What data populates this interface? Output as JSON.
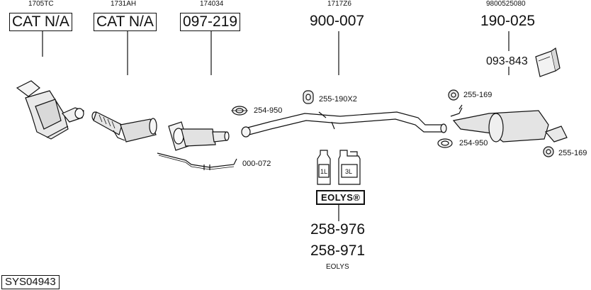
{
  "parts": [
    {
      "ref": "1705TC",
      "code": "CAT N/A"
    },
    {
      "ref": "1731AH",
      "code": "CAT N/A"
    },
    {
      "ref": "174034",
      "code": "097-219"
    },
    {
      "ref": "1717Z6",
      "code": "900-007"
    },
    {
      "ref": "9800525080",
      "code": "190-025"
    }
  ],
  "labels": {
    "l093_843": "093-843",
    "l255_190x2": "255-190X2",
    "l254_950_a": "254-950",
    "l254_950_b": "254-950",
    "l255_169_a": "255-169",
    "l255_169_b": "255-169",
    "l000_072": "000-072",
    "l258_976": "258-976",
    "l258_971": "258-971",
    "eolys_caption": "EOLYS"
  },
  "bottles": {
    "small": "1L",
    "large": "3L"
  },
  "eolys_badge": "EOLYS®",
  "system_code": "SYS04943"
}
